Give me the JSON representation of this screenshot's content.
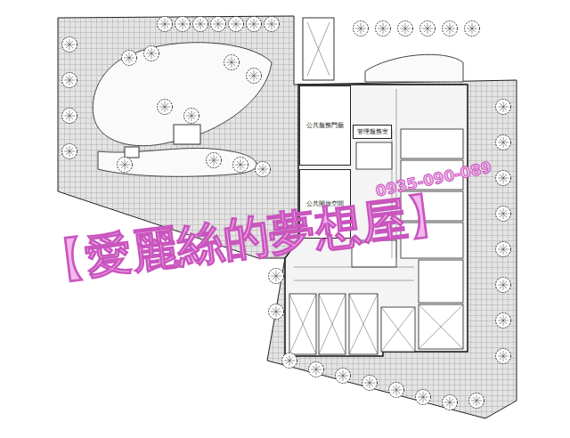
{
  "diagram": {
    "nodes": [
      {
        "text": [
          "公共服務門廳"
        ]
      },
      {
        "text": [
          "管理服務室"
        ]
      },
      {
        "text": [
          "公共開放空間"
        ]
      }
    ],
    "labels": [
      "【愛麗絲的夢想屋】",
      "0935-090-089"
    ]
  }
}
